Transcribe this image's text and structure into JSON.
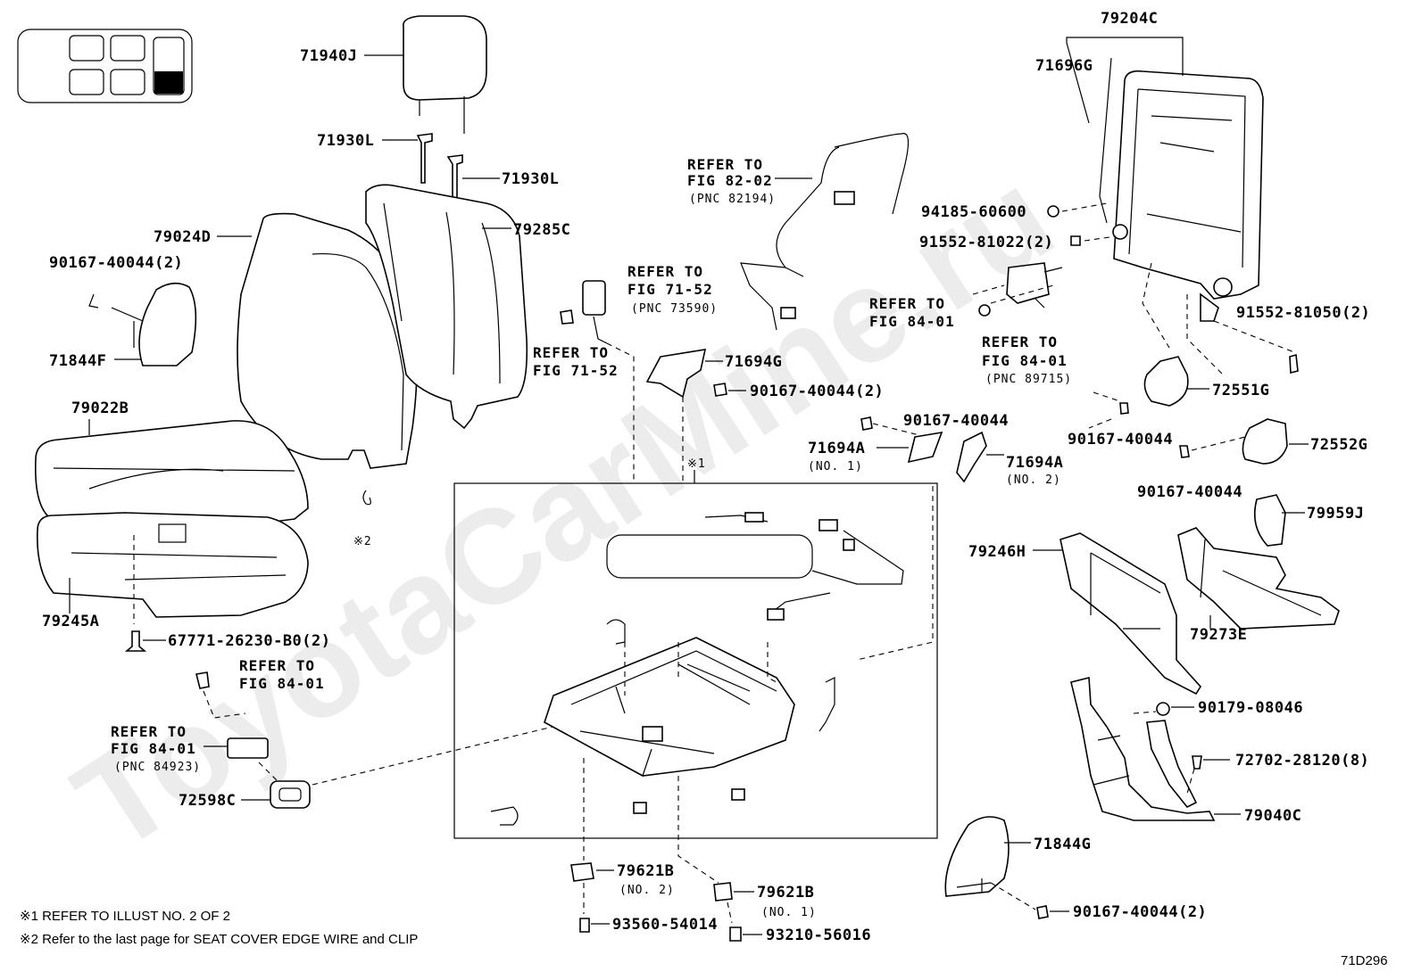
{
  "watermark": "ToyotaCarMine.ru",
  "figure_code": "71D296",
  "footnotes": [
    "※1 REFER TO ILLUST NO. 2 OF 2",
    "※2 Refer to the last page for SEAT COVER EDGE WIRE and CLIP"
  ],
  "markers": {
    "m1": "※1",
    "m2": "※2"
  },
  "labels": {
    "p71940J": "71940J",
    "p71930L_a": "71930L",
    "p71930L_b": "71930L",
    "p79024D": "79024D",
    "p79285C": "79285C",
    "p90167_40044_2_left": "90167-40044(2)",
    "p71844F": "71844F",
    "p79022B": "79022B",
    "p79245A": "79245A",
    "p67771": "67771-26230-B0(2)",
    "p72598C": "72598C",
    "p79204C": "79204C",
    "p71696G": "71696G",
    "p94185": "94185-60600",
    "p91552_81022": "91552-81022(2)",
    "p91552_81050": "91552-81050(2)",
    "p72551G": "72551G",
    "p90167_40044_c": "90167-40044",
    "p72552G": "72552G",
    "p90167_40044_d": "90167-40044",
    "p79959J": "79959J",
    "p71694G": "71694G",
    "p90167_40044_2_mid": "90167-40044(2)",
    "p90167_40044_e": "90167-40044",
    "p71694A_1": "71694A",
    "p71694A_1_sub": "(NO. 1)",
    "p71694A_2": "71694A",
    "p71694A_2_sub": "(NO. 2)",
    "p79246H": "79246H",
    "p79273E": "79273E",
    "p90179": "90179-08046",
    "p72702": "72702-28120(8)",
    "p79040C": "79040C",
    "p71844G": "71844G",
    "p90167_40044_2_right": "90167-40044(2)",
    "p79621B_2": "79621B",
    "p79621B_2_sub": "(NO. 2)",
    "p79621B_1": "79621B",
    "p79621B_1_sub": "(NO. 1)",
    "p93560": "93560-54014",
    "p93210": "93210-56016"
  },
  "references": {
    "r82_02": {
      "l1": "REFER TO",
      "l2": "FIG 82-02",
      "pnc": "(PNC 82194)"
    },
    "r71_52_a": {
      "l1": "REFER TO",
      "l2": "FIG 71-52",
      "pnc": "(PNC 73590)"
    },
    "r71_52_b": {
      "l1": "REFER TO",
      "l2": "FIG 71-52"
    },
    "r84_01_a": {
      "l1": "REFER TO",
      "l2": "FIG 84-01"
    },
    "r84_01_b": {
      "l1": "REFER TO",
      "l2": "FIG 84-01",
      "pnc": "(PNC 89715)"
    },
    "r84_01_c": {
      "l1": "REFER TO",
      "l2": "FIG 84-01"
    },
    "r84_01_d": {
      "l1": "REFER TO",
      "l2": "FIG 84-01",
      "pnc": "(PNC 84923)"
    }
  }
}
